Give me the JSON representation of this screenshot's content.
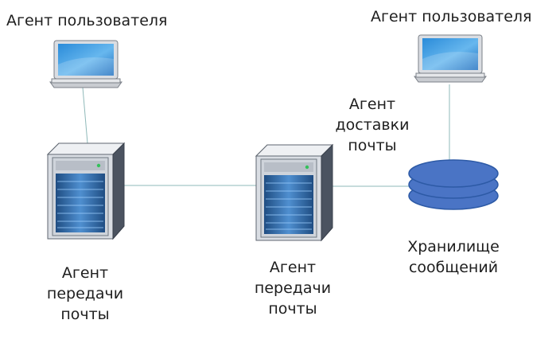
{
  "diagram": {
    "user_agent_left": {
      "label": "Агент пользователя",
      "icon": "laptop-icon"
    },
    "user_agent_right": {
      "label": "Агент пользователя",
      "icon": "laptop-icon"
    },
    "transfer_agent_left": {
      "lines": [
        "Агент",
        "передачи",
        "почты"
      ],
      "icon": "server-icon"
    },
    "transfer_agent_center": {
      "lines": [
        "Агент",
        "передачи",
        "почты"
      ],
      "icon": "server-icon"
    },
    "delivery_agent": {
      "lines": [
        "Агент",
        "доставки",
        "почты"
      ]
    },
    "message_store": {
      "lines": [
        "Хранилище",
        "сообщений"
      ],
      "icon": "database-icon"
    },
    "colors": {
      "line": "#8fb9b9",
      "store": "#4a74c5",
      "store_edge": "#2d5aa6",
      "screen": "#2a8bd9"
    }
  }
}
